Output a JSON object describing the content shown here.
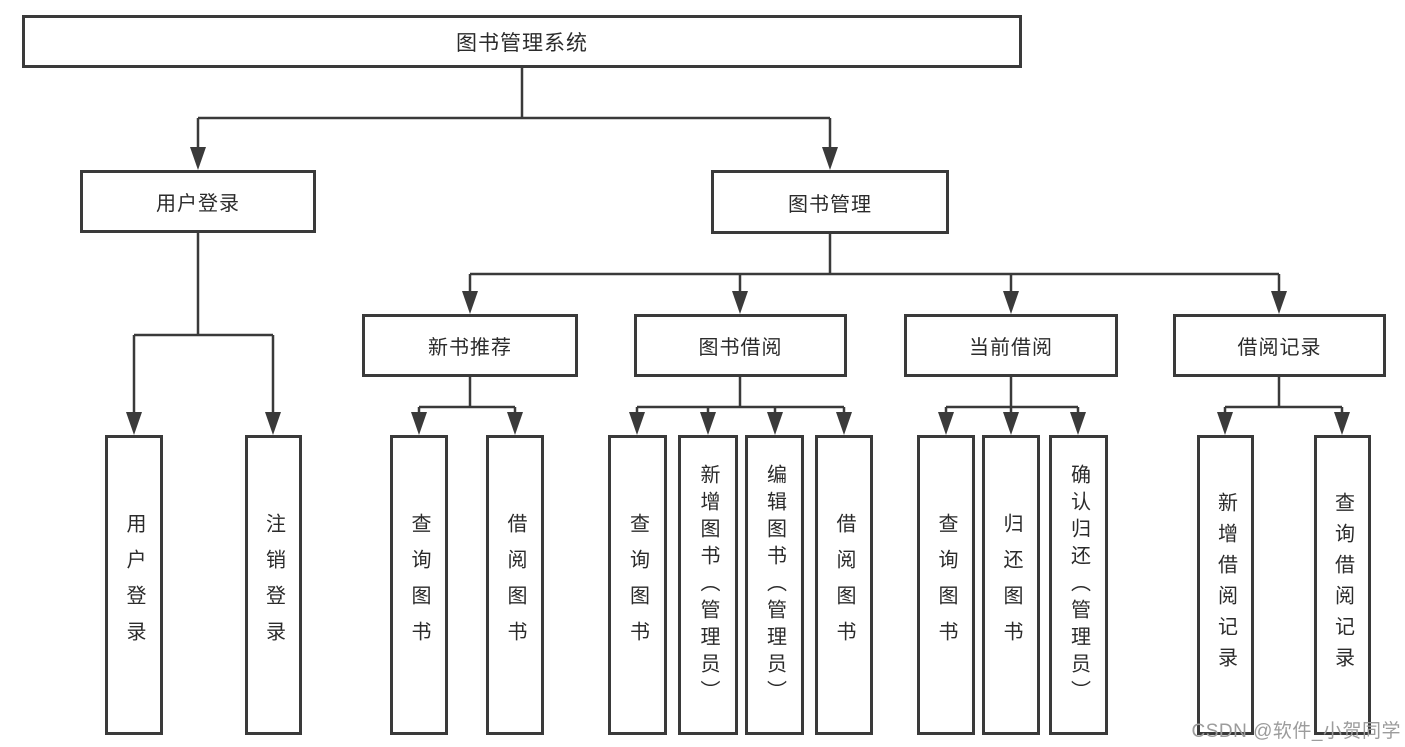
{
  "diagram": {
    "type": "hierarchy-tree",
    "title": "图书管理系统",
    "tree": {
      "label": "图书管理系统",
      "children": [
        {
          "label": "用户登录",
          "children": [
            {
              "label": "用户登录"
            },
            {
              "label": "注销登录"
            }
          ]
        },
        {
          "label": "图书管理",
          "children": [
            {
              "label": "新书推荐",
              "children": [
                {
                  "label": "查询图书"
                },
                {
                  "label": "借阅图书"
                }
              ]
            },
            {
              "label": "图书借阅",
              "children": [
                {
                  "label": "查询图书"
                },
                {
                  "label": "新增图书（管理员）"
                },
                {
                  "label": "编辑图书（管理员）"
                },
                {
                  "label": "借阅图书"
                }
              ]
            },
            {
              "label": "当前借阅",
              "children": [
                {
                  "label": "查询图书"
                },
                {
                  "label": "归还图书"
                },
                {
                  "label": "确认归还（管理员）"
                }
              ]
            },
            {
              "label": "借阅记录",
              "children": [
                {
                  "label": "新增借阅记录"
                },
                {
                  "label": "查询借阅记录"
                }
              ]
            }
          ]
        }
      ]
    },
    "colors": {
      "line": "#3a3a3a",
      "box_border": "#3a3a3a",
      "text": "#2b2b2b",
      "background": "#ffffff",
      "watermark": "#9c9c9c"
    }
  },
  "watermark": {
    "text": "CSDN @软件_小贺同学"
  }
}
